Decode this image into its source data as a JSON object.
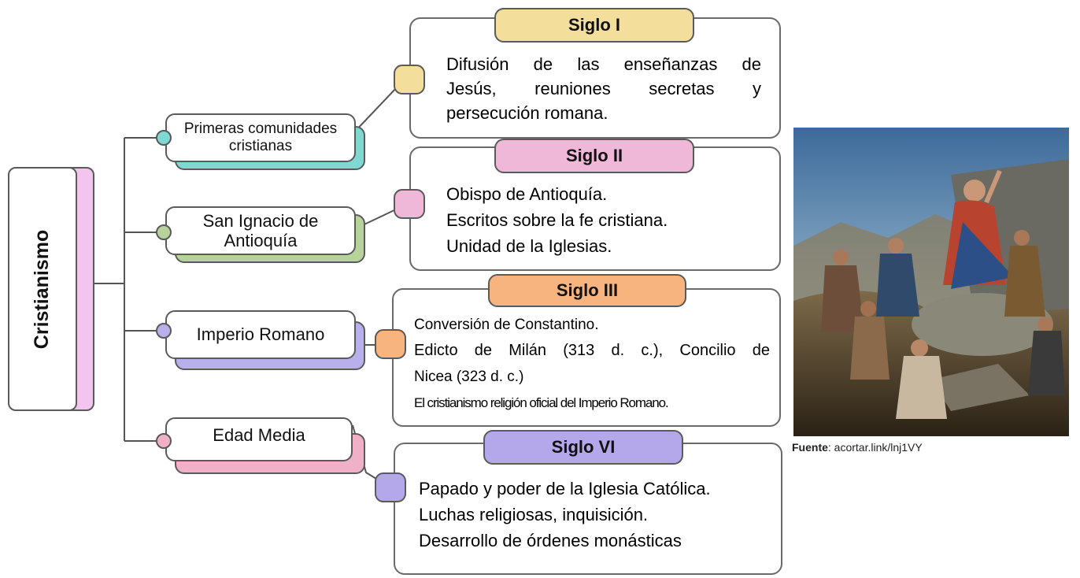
{
  "root": {
    "label": "Cristianismo",
    "accent": "#f3c4ee"
  },
  "topics": [
    {
      "label_lines": [
        "Primeras comunidades",
        "cristianas"
      ],
      "color": "#7fd8d2"
    },
    {
      "label_lines": [
        "San Ignacio de",
        "Antioquía"
      ],
      "color": "#b7d39b"
    },
    {
      "label_lines": [
        "Imperio Romano"
      ],
      "color": "#b8b0ea"
    },
    {
      "label_lines": [
        "Edad Media"
      ],
      "color": "#f0b0c8"
    }
  ],
  "centuries": [
    {
      "title": "Siglo I",
      "color": "#f4de9c",
      "lines": [
        "Difusión de las enseñanzas de",
        "Jesús, reuniones secretas y",
        "persecución romana."
      ]
    },
    {
      "title": "Siglo II",
      "color": "#f0b8d8",
      "lines": [
        "Obispo de Antioquía.",
        "Escritos sobre la fe cristiana.",
        "Unidad de la Iglesias."
      ]
    },
    {
      "title": "Siglo III",
      "color": "#f7b47e",
      "lines": [
        "Conversión de Constantino.",
        "Edicto de Milán (313 d. c.), Concilio de",
        "Nicea (323 d. c.)",
        "El cristianismo religión oficial del Imperio Romano."
      ]
    },
    {
      "title": "Siglo VI",
      "color": "#b4a8ea",
      "lines": [
        "Papado y poder de la Iglesia Católica.",
        "Luchas religiosas, inquisición.",
        "Desarrollo de órdenes monásticas"
      ]
    }
  ],
  "figure": {
    "caption_label": "Fuente",
    "caption_text": ": acortar.link/lnj1VY"
  }
}
